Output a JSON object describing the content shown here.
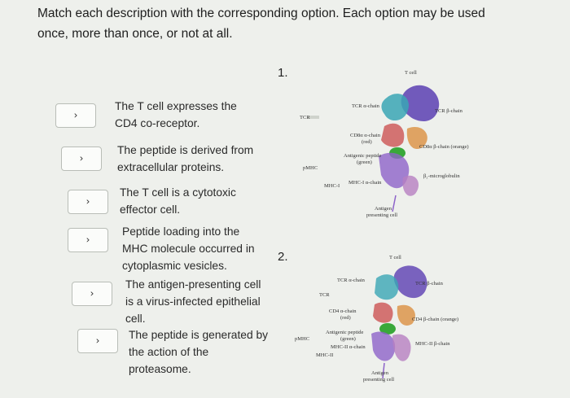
{
  "instructions": "Match each description with the corresponding option. Each option may be used once, more than once, or not at all.",
  "questions": [
    {
      "number": "1."
    },
    {
      "number": "2."
    }
  ],
  "dropdown_chevron": "›",
  "items": [
    {
      "line1": "The T cell expresses the",
      "line2": "CD4 co-receptor.",
      "line3": ""
    },
    {
      "line1": "The peptide is derived from",
      "line2": "extracellular proteins.",
      "line3": ""
    },
    {
      "line1": "The T cell is a cytotoxic",
      "line2": "effector cell.",
      "line3": ""
    },
    {
      "line1": "Peptide loading into the",
      "line2": "MHC molecule occurred in",
      "line3": "cytoplasmic vesicles."
    },
    {
      "line1": "The antigen-presenting cell",
      "line2": "is a virus-infected epithelial",
      "line3": "cell."
    },
    {
      "line1": "The peptide is generated by",
      "line2": "the action of the",
      "line3": "proteasome."
    }
  ],
  "figure1": {
    "t_cell": "T cell",
    "tcr_alpha": "TCR α-chain",
    "tcr_beta": "TCR β-chain",
    "cd_alpha": "CD8α α-chain",
    "cd_alpha_sub": "(red)",
    "cd_beta": "CD8α β-chain (orange)",
    "peptide": "Antigenic peptide",
    "peptide_sub": "(green)",
    "mhc_alpha": "MHC-I α-chain",
    "b2m": "β₂-microglobulin",
    "apc": "Antigen",
    "apc_sub": "presenting cell",
    "side_tcr": "TCR",
    "side_mhc": "MHC-I",
    "side_pmhc": "pMHC"
  },
  "figure2": {
    "t_cell": "T cell",
    "tcr_alpha": "TCR α-chain",
    "tcr_beta": "TCR β-chain",
    "cd_alpha": "CD4 α-chain",
    "cd_alpha_sub": "(red)",
    "cd_beta": "CD4 β-chain (orange)",
    "peptide": "Antigenic peptide",
    "peptide_sub": "(green)",
    "mhc_alpha": "MHC-II α-chain",
    "mhc_beta": "MHC-II β-chain",
    "apc": "Antigen",
    "apc_sub": "presenting cell",
    "side_tcr": "TCR",
    "side_mhc": "MHC-II",
    "side_pmhc": "pMHC"
  },
  "colors": {
    "tcr_alpha": "#3aa6b5",
    "tcr_beta": "#5b3fb3",
    "cd_red": "#c94a4a",
    "cd_orange": "#d98a35",
    "peptide": "#39a83a",
    "mhc": "#8d63c9",
    "b2m": "#b77fc2"
  }
}
